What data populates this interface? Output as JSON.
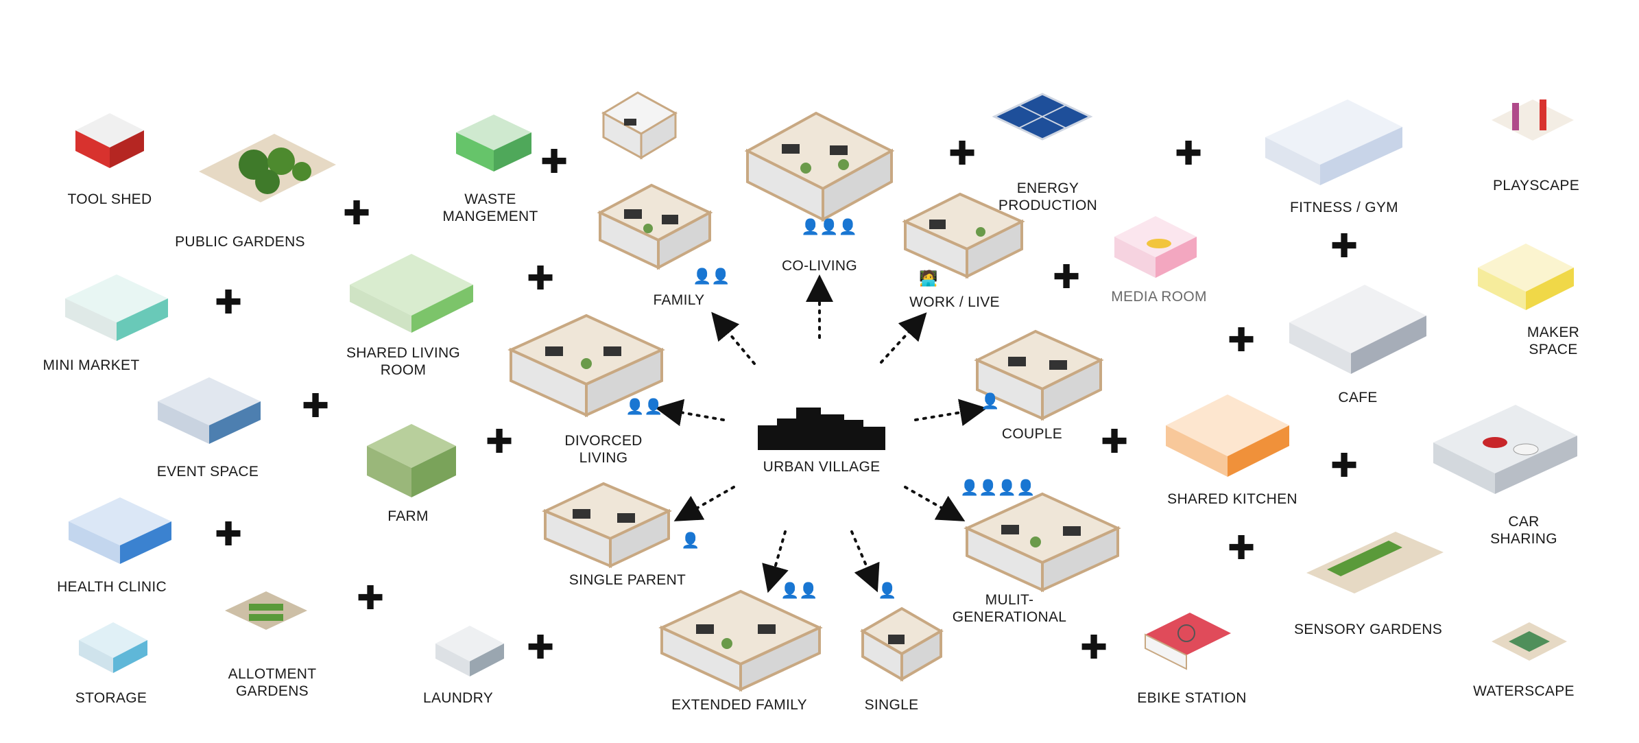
{
  "center": {
    "label": "URBAN VILLAGE"
  },
  "households": [
    {
      "id": "family",
      "label": "FAMILY"
    },
    {
      "id": "co-living",
      "label": "CO-LIVING"
    },
    {
      "id": "work-live",
      "label": "WORK / LIVE"
    },
    {
      "id": "couple",
      "label": "COUPLE"
    },
    {
      "id": "multi-generational",
      "label": "MULIT-\nGENERATIONAL"
    },
    {
      "id": "single",
      "label": "SINGLE"
    },
    {
      "id": "extended-family",
      "label": "EXTENDED FAMILY"
    },
    {
      "id": "single-parent",
      "label": "SINGLE PARENT"
    },
    {
      "id": "divorced-living",
      "label": "DIVORCED\nLIVING"
    }
  ],
  "amenities": [
    {
      "id": "tool-shed",
      "label": "TOOL SHED",
      "color": "#d8322e"
    },
    {
      "id": "public-gardens",
      "label": "PUBLIC GARDENS",
      "color": "#4d8a2e"
    },
    {
      "id": "waste-management",
      "label": "WASTE\nMANGEMENT",
      "color": "#66c46a"
    },
    {
      "id": "mini-market",
      "label": "MINI MARKET",
      "color": "#69c9b8"
    },
    {
      "id": "shared-living-room",
      "label": "SHARED LIVING\nROOM",
      "color": "#7cc46a"
    },
    {
      "id": "event-space",
      "label": "EVENT SPACE",
      "color": "#4d7fb0"
    },
    {
      "id": "farm",
      "label": "FARM",
      "color": "#7aa35a"
    },
    {
      "id": "health-clinic",
      "label": "HEALTH CLINIC",
      "color": "#3b82d0"
    },
    {
      "id": "allotment-gardens",
      "label": "ALLOTMENT\nGARDENS",
      "color": "#5a9a3a"
    },
    {
      "id": "storage",
      "label": "STORAGE",
      "color": "#5fb7d8"
    },
    {
      "id": "laundry",
      "label": "LAUNDRY",
      "color": "#9aa6b0"
    },
    {
      "id": "energy-production",
      "label": "ENERGY\nPRODUCTION",
      "color": "#1e4f9a"
    },
    {
      "id": "fitness-gym",
      "label": "FITNESS / GYM",
      "color": "#c8d4e8"
    },
    {
      "id": "playscape",
      "label": "PLAYSCAPE",
      "color": "#b04a8a"
    },
    {
      "id": "media-room",
      "label": "MEDIA ROOM",
      "color": "#f3a7c0"
    },
    {
      "id": "maker-space",
      "label": "MAKER\nSPACE",
      "color": "#f0d848"
    },
    {
      "id": "cafe",
      "label": "CAFE",
      "color": "#a6adb8"
    },
    {
      "id": "shared-kitchen",
      "label": "SHARED KITCHEN",
      "color": "#f0913a"
    },
    {
      "id": "car-sharing",
      "label": "CAR\nSHARING",
      "color": "#b8bec6"
    },
    {
      "id": "sensory-gardens",
      "label": "SENSORY GARDENS",
      "color": "#5a9a3a"
    },
    {
      "id": "ebike-station",
      "label": "EBIKE STATION",
      "color": "#e04b5a"
    },
    {
      "id": "waterscape",
      "label": "WATERSCAPE",
      "color": "#4f8f5a"
    }
  ],
  "symbols": {
    "plus": "✚"
  }
}
